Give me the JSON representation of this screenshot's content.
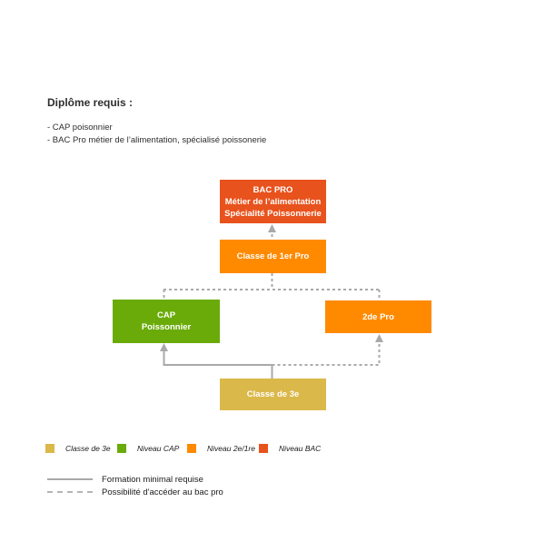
{
  "header": {
    "title": "Diplôme requis :",
    "bullets": [
      "- CAP poisonnier",
      "- BAC Pro métier de l’alimentation, spécialisé poissonerie"
    ]
  },
  "diagram": {
    "connector_color": "#A9A9A9",
    "nodes": {
      "bac_pro": {
        "lines": [
          "BAC PRO",
          "Métier de l’alimentation",
          "Spécialité Poissonnerie"
        ],
        "color": "#E8521D",
        "text_color": "#FFFFFF"
      },
      "classe_1er_pro": {
        "label": "Classe de 1er Pro",
        "color": "#FF8A00",
        "text_color": "#FFFFFF"
      },
      "cap_poissonnier": {
        "lines": [
          "CAP",
          "Poissonnier"
        ],
        "color": "#6AAB0A",
        "text_color": "#FFFFFF"
      },
      "seconde_pro": {
        "label": "2de Pro",
        "color": "#FF8A00",
        "text_color": "#FFFFFF"
      },
      "classe_3e": {
        "label": "Classe de 3e",
        "color": "#DBB84A",
        "text_color": "#FFFFFF"
      }
    }
  },
  "legend": {
    "color_items": [
      {
        "label": "Classe de 3e",
        "color": "#DBB84A"
      },
      {
        "label": "Niveau CAP",
        "color": "#6AAB0A"
      },
      {
        "label": "Niveau 2e/1re",
        "color": "#FF8A00"
      },
      {
        "label": "Niveau BAC",
        "color": "#E8521D"
      }
    ],
    "line_items": [
      {
        "style": "solid",
        "label": "Formation minimal requise"
      },
      {
        "style": "dashed",
        "label": "Possibilité d'accéder au bac pro"
      }
    ]
  }
}
